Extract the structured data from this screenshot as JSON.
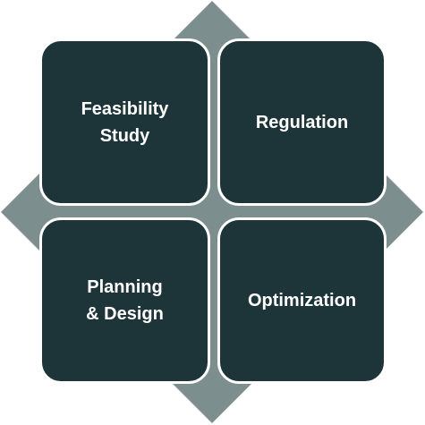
{
  "colors": {
    "background": "#ffffff",
    "diamond": "#7d8e8e",
    "tile_fill": "#1d3539",
    "tile_border": "#ffffff",
    "label_text": "#ffffff"
  },
  "tiles": [
    {
      "label": "Feasibility\nStudy"
    },
    {
      "label": "Regulation"
    },
    {
      "label": "Planning\n& Design"
    },
    {
      "label": "Optimization"
    }
  ]
}
